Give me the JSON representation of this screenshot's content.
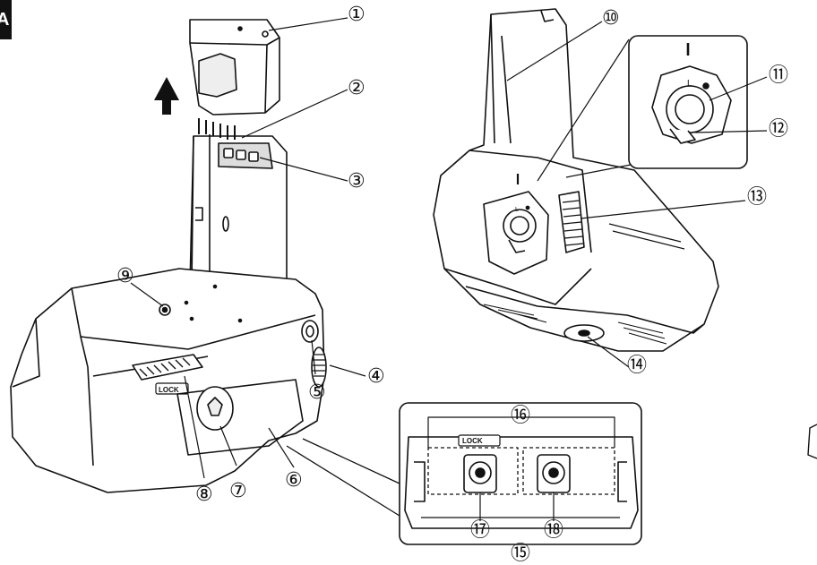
{
  "section_tab": "A",
  "callouts": {
    "c1": "①",
    "c2": "②",
    "c3": "③",
    "c4": "④",
    "c5": "⑤",
    "c6": "⑥",
    "c7": "⑦",
    "c8": "⑧",
    "c9": "⑨",
    "c10": "⑩",
    "c11": "⑪",
    "c12": "⑫",
    "c13": "⑬",
    "c14": "⑭",
    "c15": "⑮",
    "c16": "⑯",
    "c17": "⑰",
    "c18": "⑱"
  },
  "labels": {
    "lock_grip": "LOCK",
    "lock_tray": "LOCK",
    "dial_mark": "L",
    "dial_mark_detail": "L"
  }
}
